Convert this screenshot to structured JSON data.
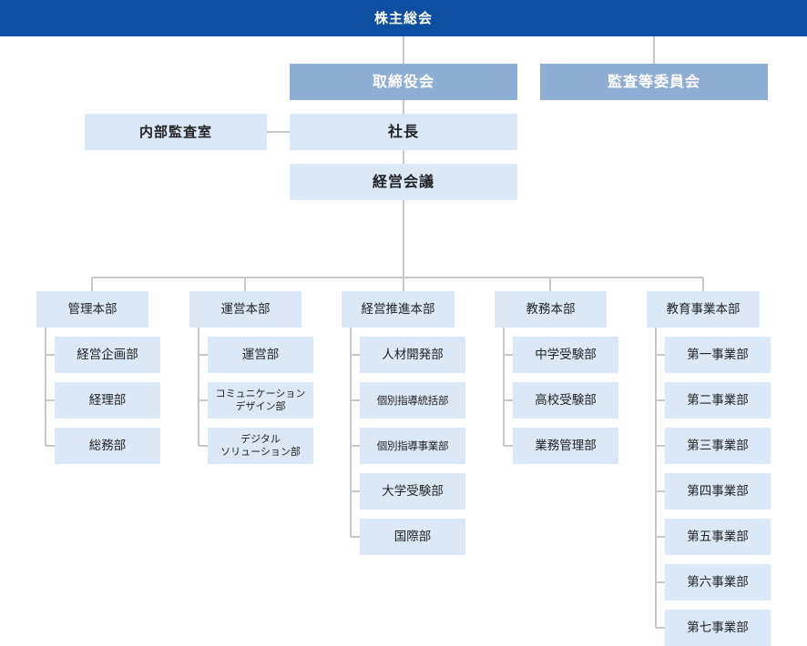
{
  "top": "株主総会",
  "board": "取締役会",
  "audit_committee": "監査等委員会",
  "internal_audit": "内部監査室",
  "president": "社長",
  "management_meeting": "経営会議",
  "divisions": [
    {
      "name": "管理本部",
      "units": [
        "経営企画部",
        "経理部",
        "総務部"
      ]
    },
    {
      "name": "運営本部",
      "units": [
        "運営部",
        "コミュニケーション\nデザイン部",
        "デジタル\nソリューション部"
      ]
    },
    {
      "name": "経営推進本部",
      "units": [
        "人材開発部",
        "個別指導統括部",
        "個別指導事業部",
        "大学受験部",
        "国際部"
      ]
    },
    {
      "name": "教務本部",
      "units": [
        "中学受験部",
        "高校受験部",
        "業務管理部"
      ]
    },
    {
      "name": "教育事業本部",
      "units": [
        "第一事業部",
        "第二事業部",
        "第三事業部",
        "第四事業部",
        "第五事業部",
        "第六事業部",
        "第七事業部"
      ]
    }
  ],
  "colors": {
    "header": "#0d4ea1",
    "board": "#8eaed6",
    "box": "#dbe8f8",
    "line": "#c8c8c8"
  }
}
